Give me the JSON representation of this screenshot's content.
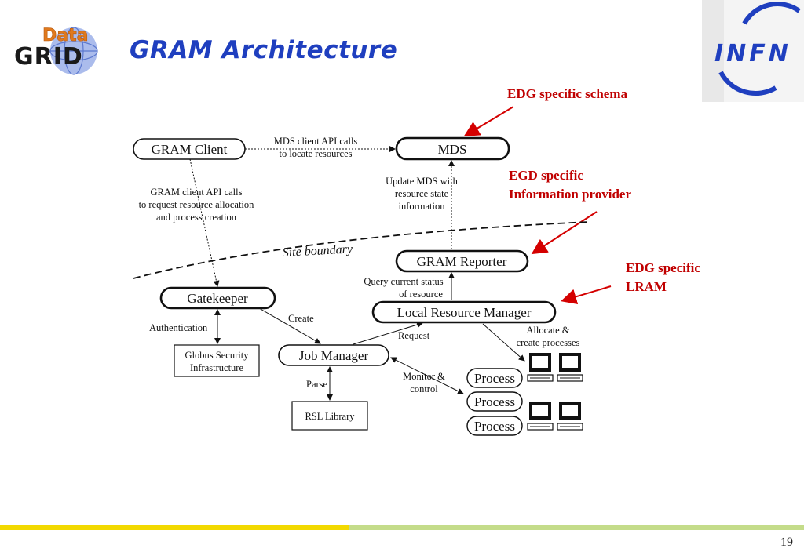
{
  "title": "GRAM Architecture",
  "page_number": "19",
  "logos": {
    "left": {
      "word_top": "Data",
      "word_bottom": "GRID"
    },
    "right": {
      "word": "INFN"
    }
  },
  "annotations": {
    "schema": "EDG specific schema",
    "info_provider": [
      "EGD specific",
      "Information provider"
    ],
    "lram": [
      "EDG specific",
      "LRAM"
    ]
  },
  "diagram": {
    "nodes": {
      "gram_client": "GRAM Client",
      "mds": "MDS",
      "gram_reporter": "GRAM Reporter",
      "gatekeeper": "Gatekeeper",
      "lrm": "Local Resource Manager",
      "job_manager": "Job Manager",
      "gsi": [
        "Globus Security",
        "Infrastructure"
      ],
      "rsl": "RSL Library",
      "process": "Process"
    },
    "edge_labels": {
      "mds_api": [
        "MDS client API calls",
        "to locate resources"
      ],
      "gram_api": [
        "GRAM client API calls",
        "to request resource allocation",
        "and process creation"
      ],
      "update_mds": [
        "Update MDS with",
        "resource state",
        "information"
      ],
      "site_boundary": "Site boundary",
      "query": [
        "Query current status",
        "of resource"
      ],
      "create": "Create",
      "authentication": "Authentication",
      "request": "Request",
      "allocate": [
        "Allocate &",
        "create processes"
      ],
      "parse": "Parse",
      "monitor": [
        "Monitor &",
        "control"
      ]
    }
  },
  "colors": {
    "title": "#1f3fbf",
    "annotation": "#c00000",
    "bar_yellow": "#f2d900",
    "bar_green": "#c4dc8a"
  }
}
